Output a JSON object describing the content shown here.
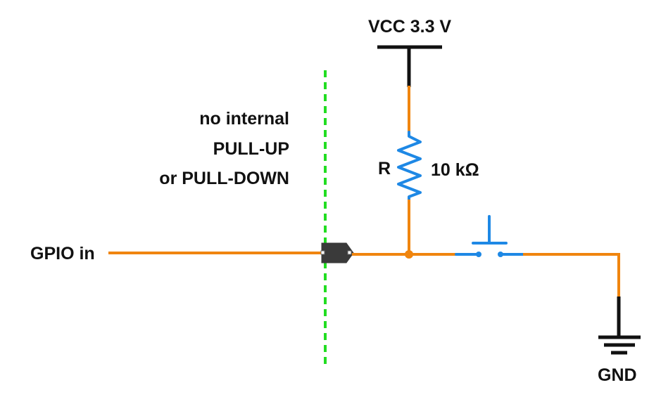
{
  "labels": {
    "vcc": "VCC 3.3 V",
    "note_line1": "no internal",
    "note_line2": "PULL-UP",
    "note_line3": "or PULL-DOWN",
    "resistor_name": "R",
    "resistor_value": "10 kΩ",
    "gpio": "GPIO in",
    "gnd": "GND"
  },
  "colors": {
    "wire": "#f0850f",
    "component": "#1e88e5",
    "supply": "#111111",
    "boundary": "#22dd22",
    "background": "#ffffff"
  },
  "icons": [
    "vcc-symbol",
    "resistor-symbol",
    "pushbutton-symbol",
    "ground-symbol",
    "gpio-pin-connector"
  ]
}
